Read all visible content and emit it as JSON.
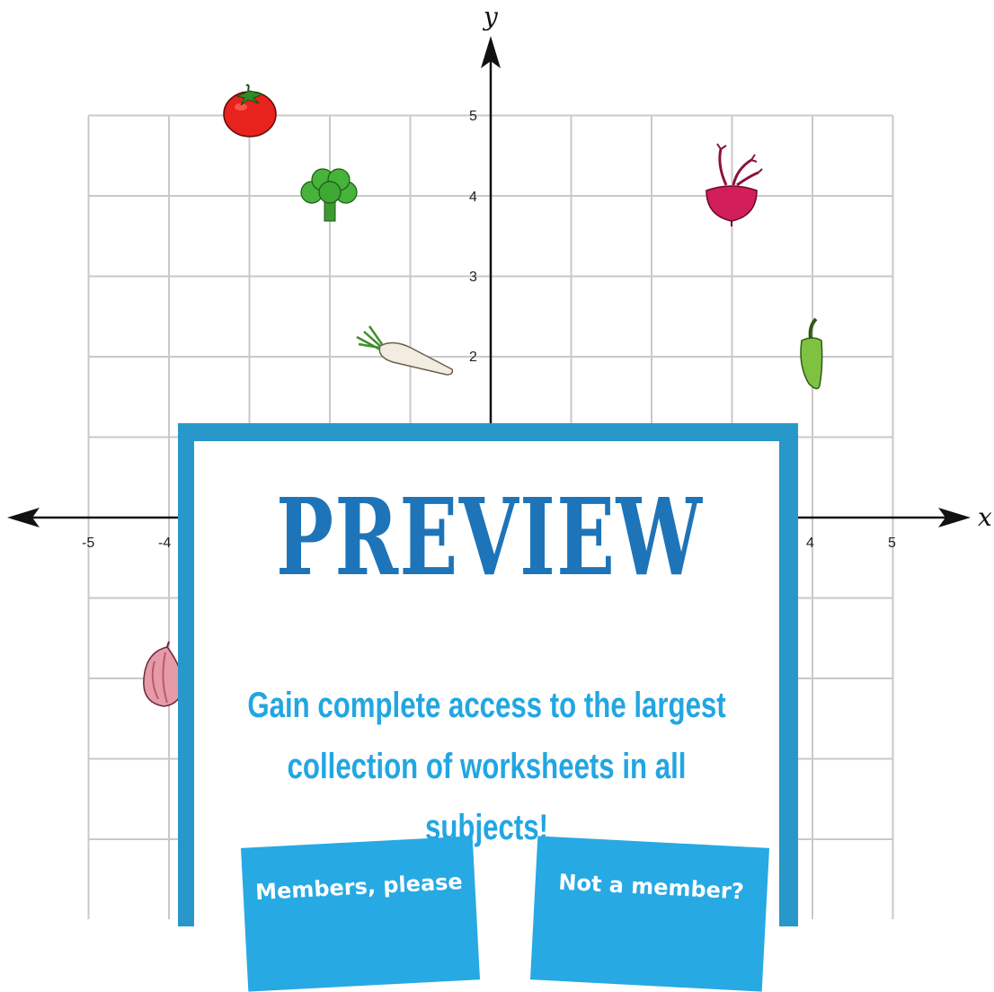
{
  "axes": {
    "x_name": "x",
    "y_name": "y",
    "x_tick_labels": [
      "-5",
      "-4",
      "4",
      "5"
    ],
    "y_tick_labels": [
      "2",
      "3",
      "4",
      "5"
    ]
  },
  "vegetables": [
    {
      "name": "tomato",
      "x": -3,
      "y": 5
    },
    {
      "name": "broccoli",
      "x": -2,
      "y": 4
    },
    {
      "name": "beetroot",
      "x": 3,
      "y": 4
    },
    {
      "name": "radish",
      "x": -1,
      "y": 2
    },
    {
      "name": "pepper",
      "x": 4,
      "y": 2
    },
    {
      "name": "onion",
      "x": -4,
      "y": -2
    }
  ],
  "preview": {
    "title": "PREVIEW",
    "subtitle_line1": "Gain complete access to the largest",
    "subtitle_line2": "collection of worksheets in all subjects!",
    "members_button": "Members, please",
    "join_button": "Not a member?"
  },
  "colors": {
    "frame": "#2897c9",
    "title": "#1e74b8",
    "subtitle": "#22a6e2",
    "button": "#27a9e3"
  }
}
